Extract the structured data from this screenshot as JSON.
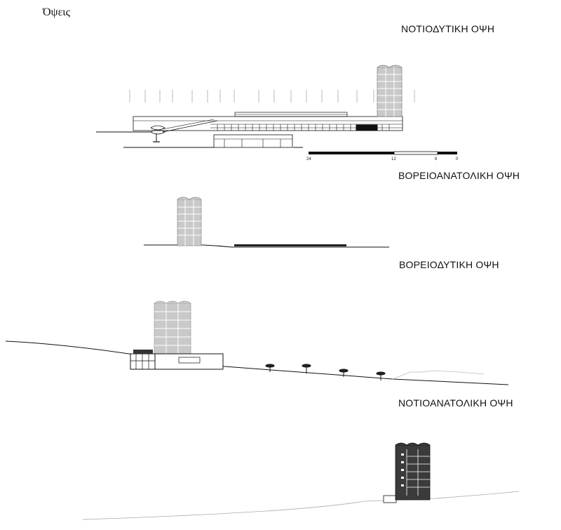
{
  "title": "Όψεις",
  "elevations": [
    {
      "label": "ΝΟΤΙΟΔΥΤΙΚΗ ΟΨΗ"
    },
    {
      "label": "ΒΟΡΕΙΟΑΝΑΤΟΛΙΚΗ ΟΨΗ"
    },
    {
      "label": "ΒΟΡΕΙΟΔΥΤΙΚΗ ΟΨΗ"
    },
    {
      "label": "ΝΟΤΙΟΑΝΑΤΟΛΙΚΗ ΟΨΗ"
    }
  ],
  "scale_bar": {
    "ticks": [
      "24",
      "12",
      "6",
      "0"
    ]
  },
  "colors": {
    "ink": "#111111",
    "tower_light": "#c9c9c9",
    "tower_dark": "#3b3b3b",
    "tree": "#9a9a9a"
  }
}
